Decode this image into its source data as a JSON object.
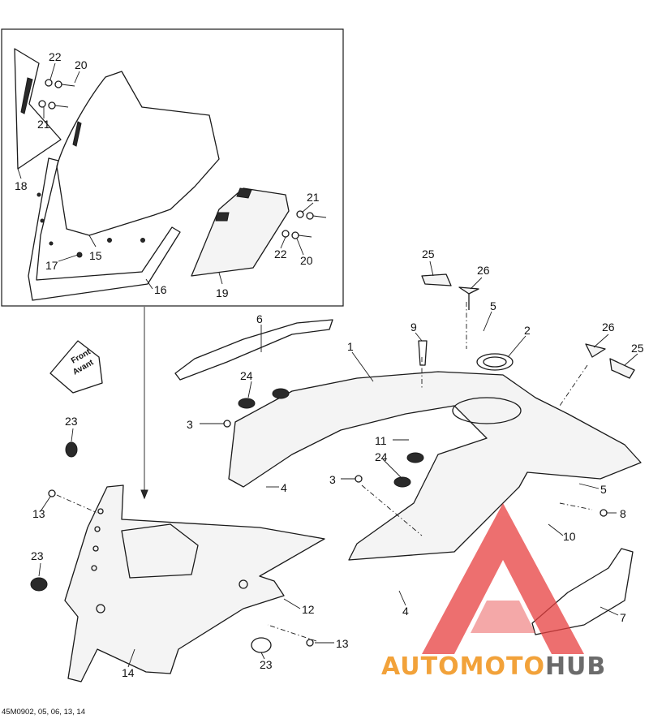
{
  "callouts": [
    {
      "id": "c22a",
      "text": "22"
    },
    {
      "id": "c20a",
      "text": "20"
    },
    {
      "id": "c21a",
      "text": "21"
    },
    {
      "id": "c18",
      "text": "18"
    },
    {
      "id": "c17",
      "text": "17"
    },
    {
      "id": "c15",
      "text": "15"
    },
    {
      "id": "c16",
      "text": "16"
    },
    {
      "id": "c21b",
      "text": "21"
    },
    {
      "id": "c22b",
      "text": "22"
    },
    {
      "id": "c20b",
      "text": "20"
    },
    {
      "id": "c19",
      "text": "19"
    },
    {
      "id": "c25a",
      "text": "25"
    },
    {
      "id": "c26a",
      "text": "26"
    },
    {
      "id": "c5a",
      "text": "5"
    },
    {
      "id": "c9",
      "text": "9"
    },
    {
      "id": "c2",
      "text": "2"
    },
    {
      "id": "c26b",
      "text": "26"
    },
    {
      "id": "c25b",
      "text": "25"
    },
    {
      "id": "c6",
      "text": "6"
    },
    {
      "id": "c1",
      "text": "1"
    },
    {
      "id": "c24a",
      "text": "24"
    },
    {
      "id": "c3a",
      "text": "3"
    },
    {
      "id": "c11",
      "text": "11"
    },
    {
      "id": "c4a",
      "text": "4"
    },
    {
      "id": "c24b",
      "text": "24"
    },
    {
      "id": "c3b",
      "text": "3"
    },
    {
      "id": "c5b",
      "text": "5"
    },
    {
      "id": "c8",
      "text": "8"
    },
    {
      "id": "c10",
      "text": "10"
    },
    {
      "id": "c23a",
      "text": "23"
    },
    {
      "id": "c13a",
      "text": "13"
    },
    {
      "id": "c23b",
      "text": "23"
    },
    {
      "id": "c12",
      "text": "12"
    },
    {
      "id": "c4b",
      "text": "4"
    },
    {
      "id": "c7",
      "text": "7"
    },
    {
      "id": "c14",
      "text": "14"
    },
    {
      "id": "c23c",
      "text": "23"
    },
    {
      "id": "c13b",
      "text": "13"
    }
  ],
  "front_arrow": {
    "line1": "Front",
    "line2": "Avant"
  },
  "caption": "45M0902, 05, 06, 13, 14",
  "watermark": {
    "part1": "AUTOMOTO",
    "part2": "HUB",
    "color1": "#f2a23a",
    "color2": "#6b6b6b",
    "triangle_color": "#e84040"
  }
}
